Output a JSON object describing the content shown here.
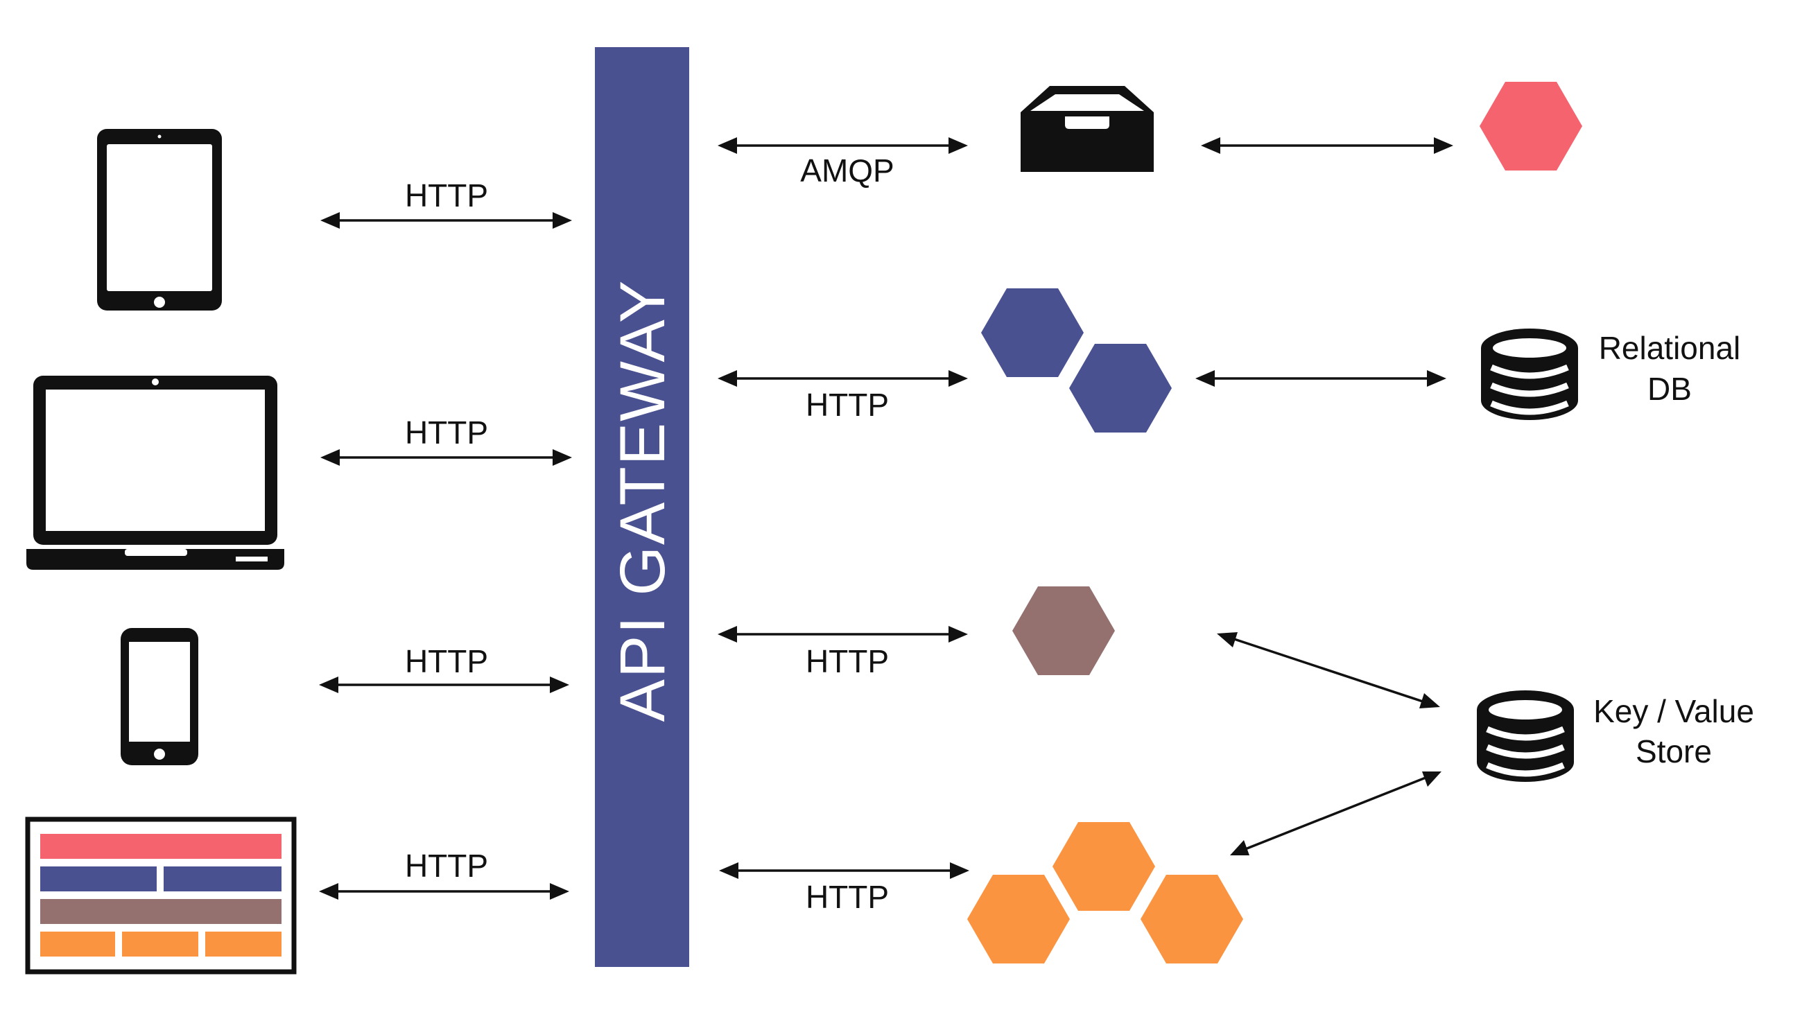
{
  "gateway": {
    "label": "API GATEWAY",
    "color": "#4a5190"
  },
  "colors": {
    "pink": "#f4636e",
    "indigo": "#4a5190",
    "mauve": "#94706e",
    "orange": "#fb9440",
    "ink": "#111111"
  },
  "clients": [
    {
      "icon": "tablet-icon",
      "protocol": "HTTP"
    },
    {
      "icon": "laptop-icon",
      "protocol": "HTTP"
    },
    {
      "icon": "phone-icon",
      "protocol": "HTTP"
    },
    {
      "icon": "web-dashboard-icon",
      "protocol": "HTTP"
    }
  ],
  "services": [
    {
      "icon": "message-queue-inbox-icon",
      "protocol": "AMQP"
    },
    {
      "icon": "indigo-service-hexagons-icon",
      "protocol": "HTTP"
    },
    {
      "icon": "mauve-service-hexagon-icon",
      "protocol": "HTTP"
    },
    {
      "icon": "orange-service-hexagons-icon",
      "protocol": "HTTP"
    }
  ],
  "backends": [
    {
      "icon": "pink-service-hexagon-icon",
      "label_lines": []
    },
    {
      "icon": "database-icon",
      "label_lines": [
        "Relational",
        "DB"
      ]
    },
    {
      "icon": "database-icon",
      "label_lines": [
        "Key / Value",
        "Store"
      ]
    }
  ]
}
